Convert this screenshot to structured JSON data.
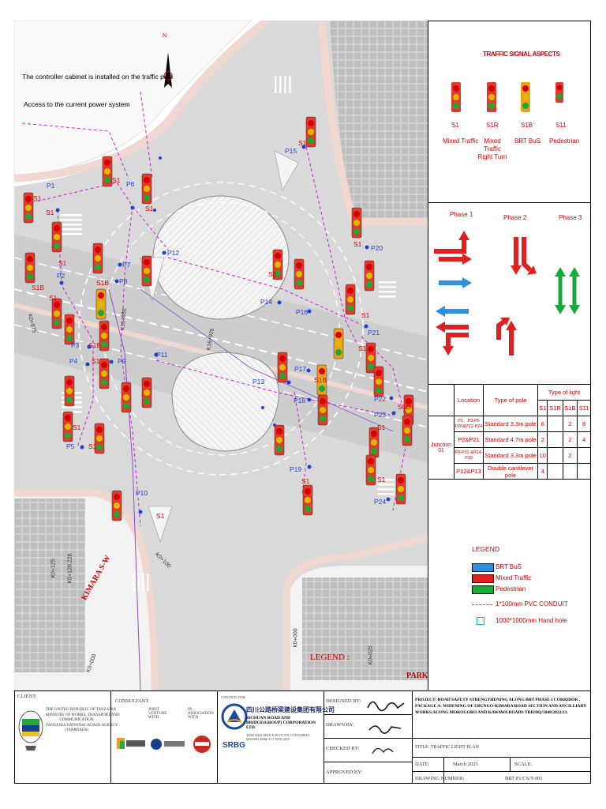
{
  "drawing": {
    "notes": {
      "cabinet": "The controller cabinet is installed on the traffic pole",
      "power": "Access to the current power system"
    },
    "road_labels": {
      "kimara": "KIMARA S-W",
      "legend_text": "LEGEND :",
      "parking": "PARKI"
    },
    "chainages": [
      "K0+125",
      "K0+126.226",
      "K0+000",
      "K0+025",
      "K0+100",
      "K0+875",
      "K16+850",
      "K16+925"
    ],
    "north": "N",
    "poles": [
      "P1",
      "P2",
      "P3",
      "P4",
      "P5",
      "P6",
      "P7",
      "P8",
      "P9",
      "P10",
      "P11",
      "P12",
      "P13",
      "P14",
      "P15",
      "P16",
      "P17",
      "P18",
      "P19",
      "P20",
      "P21",
      "P22",
      "P23",
      "P24"
    ],
    "signal_tags": [
      "S1",
      "S1B",
      "S1R"
    ]
  },
  "signal_aspects": {
    "title": "TRAFFIC SIGNAL ASPECTS",
    "items": [
      {
        "code": "S1",
        "desc": "Mixed Traffic"
      },
      {
        "code": "S1R",
        "desc": "Mixed Traffic Right Turn"
      },
      {
        "code": "S1B",
        "desc": "BRT BuS"
      },
      {
        "code": "S11",
        "desc": "Pedestrian"
      }
    ]
  },
  "phases": {
    "labels": [
      "Phase 1",
      "Phase 2",
      "Phase 3"
    ]
  },
  "pole_table": {
    "headers": {
      "location": "Location",
      "type_of_pole": "Type of pole",
      "type_of_light": "Type of light"
    },
    "light_cols": [
      "S1",
      "S1R",
      "S1B",
      "S11"
    ],
    "junction": "Junction 01",
    "rows": [
      {
        "location": "P1、P3-P5 P20&P22-P24",
        "pole": "Standard 3.3m pole",
        "s1": "6",
        "s1r": "",
        "s1b": "2",
        "s11": "8"
      },
      {
        "location": "P2&P21",
        "pole": "Standard 4.7m pole",
        "s1": "2",
        "s1r": "",
        "s1b": "2",
        "s11": "4"
      },
      {
        "location": "P6-P11 &P14-P19",
        "pole": "Standard 3.3m pole",
        "s1": "10",
        "s1r": "",
        "s1b": "2",
        "s11": ""
      },
      {
        "location": "P12&P13",
        "pole": "Double cantilever pole",
        "s1": "4",
        "s1r": "",
        "s1b": "",
        "s11": ""
      }
    ]
  },
  "legend": {
    "title": "LEGEND",
    "items": [
      {
        "label": "BRT BuS",
        "color": "#2f8ee0"
      },
      {
        "label": "Mixed Traffic",
        "color": "#e02020"
      },
      {
        "label": "Pedestrian",
        "color": "#19a83a"
      }
    ],
    "conduit": "1*100mm PVC CONDUIT",
    "handhole": "1000*1000mm Hand hole"
  },
  "title_block": {
    "client_label": "CLIENT:",
    "client_text": [
      "THE UNITED REPUBLIC OF TANZANIA",
      "MINISTRY OF WORKS, TRANSPORT AND",
      "COMMUNICATION",
      "TANZANIA NATIONAL ROADS AGENCY",
      "(TANROADS)"
    ],
    "consultant_label": "CONSULTANT:",
    "joint_venture": "JOINT VENTURE WITH",
    "association": "IN ASSOCIATION WITH",
    "contractor_label": "CONTRACTOR:",
    "contractor_cn": "四川公路桥梁建设集团有限公司",
    "contractor_en": "SICHUAN ROAD AND BRIDGE(GROUP) CORPORATION LTD.",
    "contractor_addr": "TANZANIA OFFICE: PLOT 979, CCM STREET, MASAKI, DSM, P. O. BOX 4416",
    "srbg": "SRBG",
    "designed_by": "DESIGNED BY:",
    "drawn_by": "DRAWN BY:",
    "checked_by": "CHECKED BY:",
    "approved_by": "APPROVED BY:",
    "project": "PROJECT: ROAD SAFETY STRENGTHENING ALONG BRT PHASE I CORRIDOR , PACKAGE A: WIDENING OF UBUNGO-KIMARA ROAD SECTION AND ANCILLIARY WORKS ALONG MOROGORO AND KAWAWA ROADS TRD/DQ/1048/2022/23.",
    "title": "TITLE: TRAFFIC LIGHT PLAN",
    "date_label": "DATE:",
    "date": "March 2025",
    "scale_label": "SCALE:",
    "drawing_number_label": "DRAWING NUMBER:",
    "drawing_number": "BRT P1/CS/T-001"
  }
}
